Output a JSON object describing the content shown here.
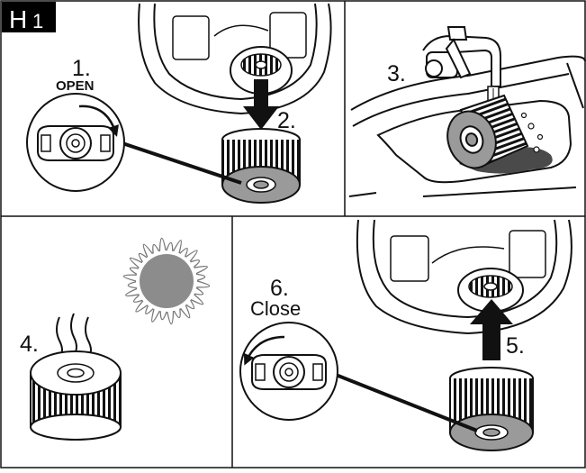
{
  "figure": {
    "badge": {
      "letter": "H",
      "number": "1"
    },
    "panels": [
      {
        "id": "panel-1",
        "step_number": "1.",
        "step_caption": "OPEN",
        "step2": "2."
      },
      {
        "id": "panel-2",
        "step_number": "3."
      },
      {
        "id": "panel-3",
        "step_number": "4."
      },
      {
        "id": "panel-4",
        "step_number": "6.",
        "step_caption": "Close",
        "step5": "5."
      }
    ],
    "colors": {
      "line": "#111111",
      "filter_gray": "#9a9a9a",
      "sun_gray": "#8c8c8c",
      "badge_bg": "#000000",
      "badge_fg": "#ffffff",
      "dirt": "#4a4a4a"
    },
    "icons": [
      "filter-cartridge-icon",
      "vacuum-housing-icon",
      "lock-knob-icon",
      "rotate-arrow-icon",
      "faucet-icon",
      "sink-icon",
      "sun-icon",
      "steam-icon",
      "down-arrow-icon",
      "up-arrow-icon"
    ]
  }
}
